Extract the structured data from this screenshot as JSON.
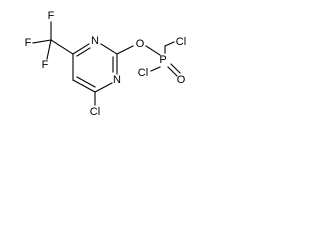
{
  "molecule": {
    "atoms": {
      "F1": "F",
      "F2": "F",
      "F3": "F",
      "N1": "N",
      "N2": "N",
      "O1": "O",
      "O2": "O",
      "P": "P",
      "Cl1": "Cl",
      "Cl2": "Cl",
      "Cl3": "Cl"
    }
  }
}
